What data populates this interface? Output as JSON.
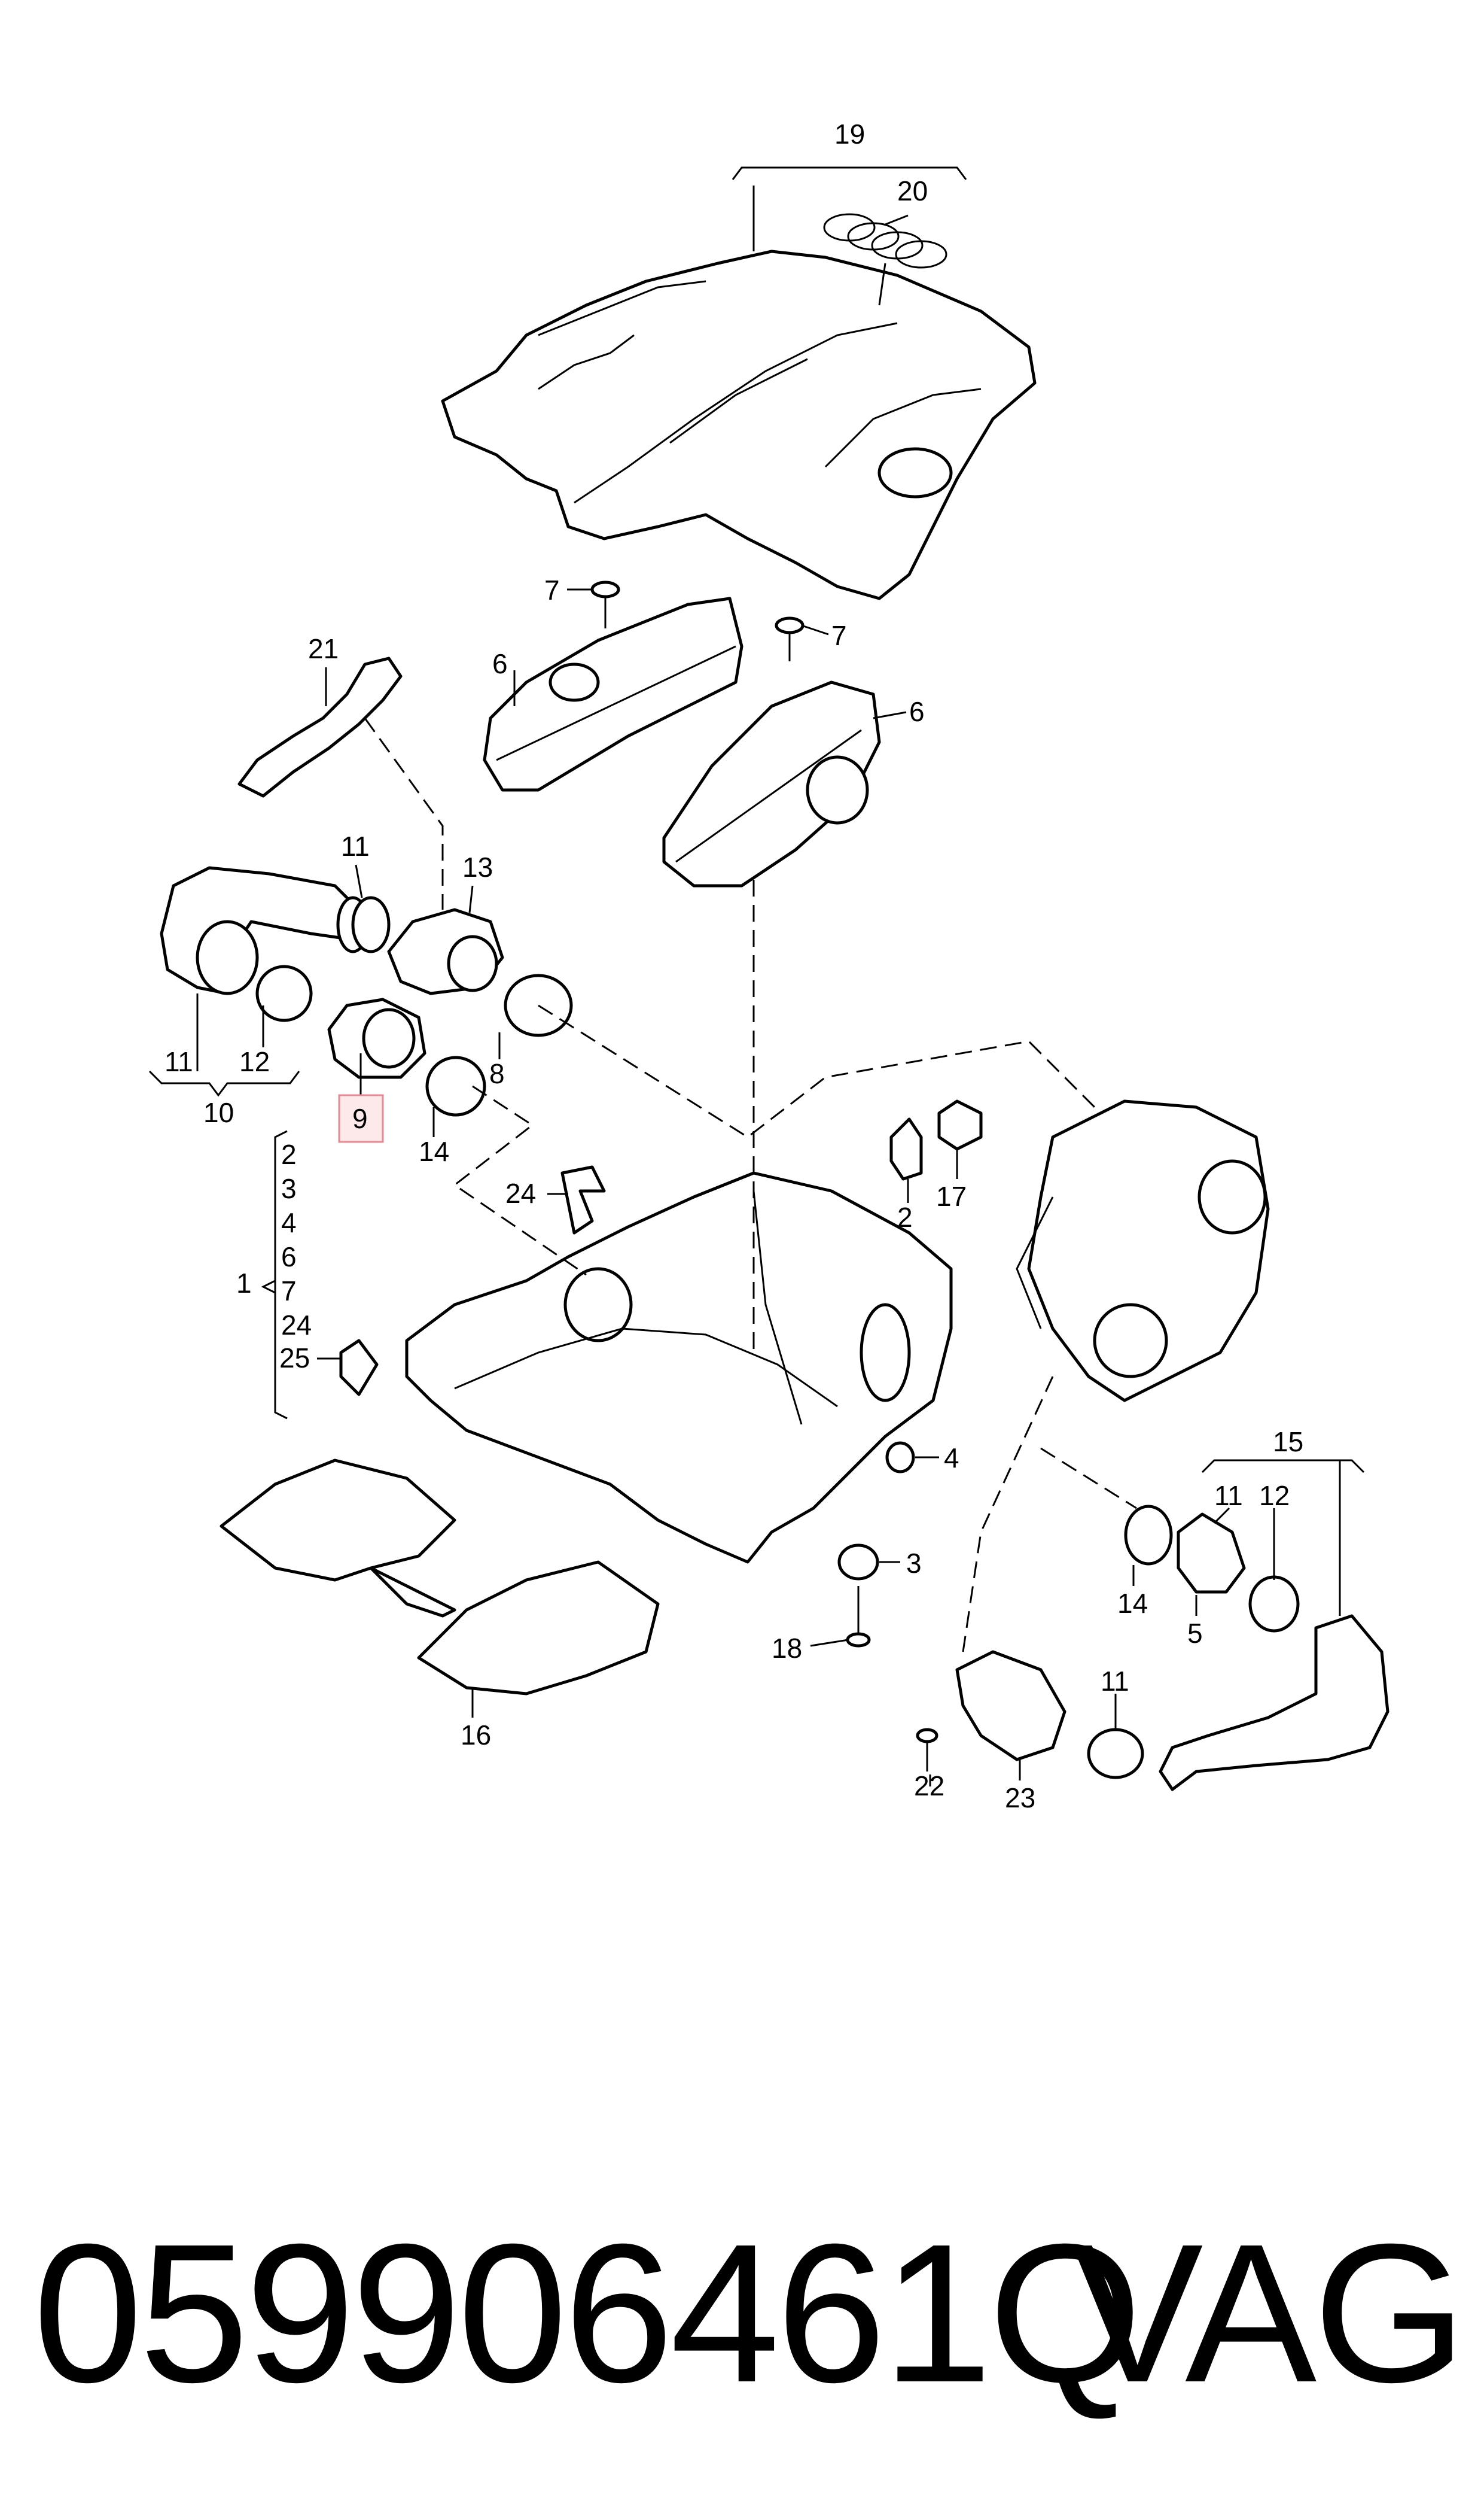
{
  "callouts": {
    "c1": "1",
    "c2": "2",
    "c3": "3",
    "c4": "4",
    "c5": "5",
    "c6": "6",
    "c7": "7",
    "c8": "8",
    "c9": "9",
    "c10": "10",
    "c11": "11",
    "c12": "12",
    "c13": "13",
    "c14": "14",
    "c15": "15",
    "c16": "16",
    "c17": "17",
    "c18": "18",
    "c19": "19",
    "c20": "20",
    "c21": "21",
    "c22": "22",
    "c23": "23",
    "c24": "24",
    "c25": "25"
  },
  "group_list": [
    "2",
    "3",
    "4",
    "6",
    "7",
    "24",
    "25"
  ],
  "highlighted_part": "9",
  "footer": {
    "part_number": "059906461Q",
    "brand": "VAG"
  }
}
